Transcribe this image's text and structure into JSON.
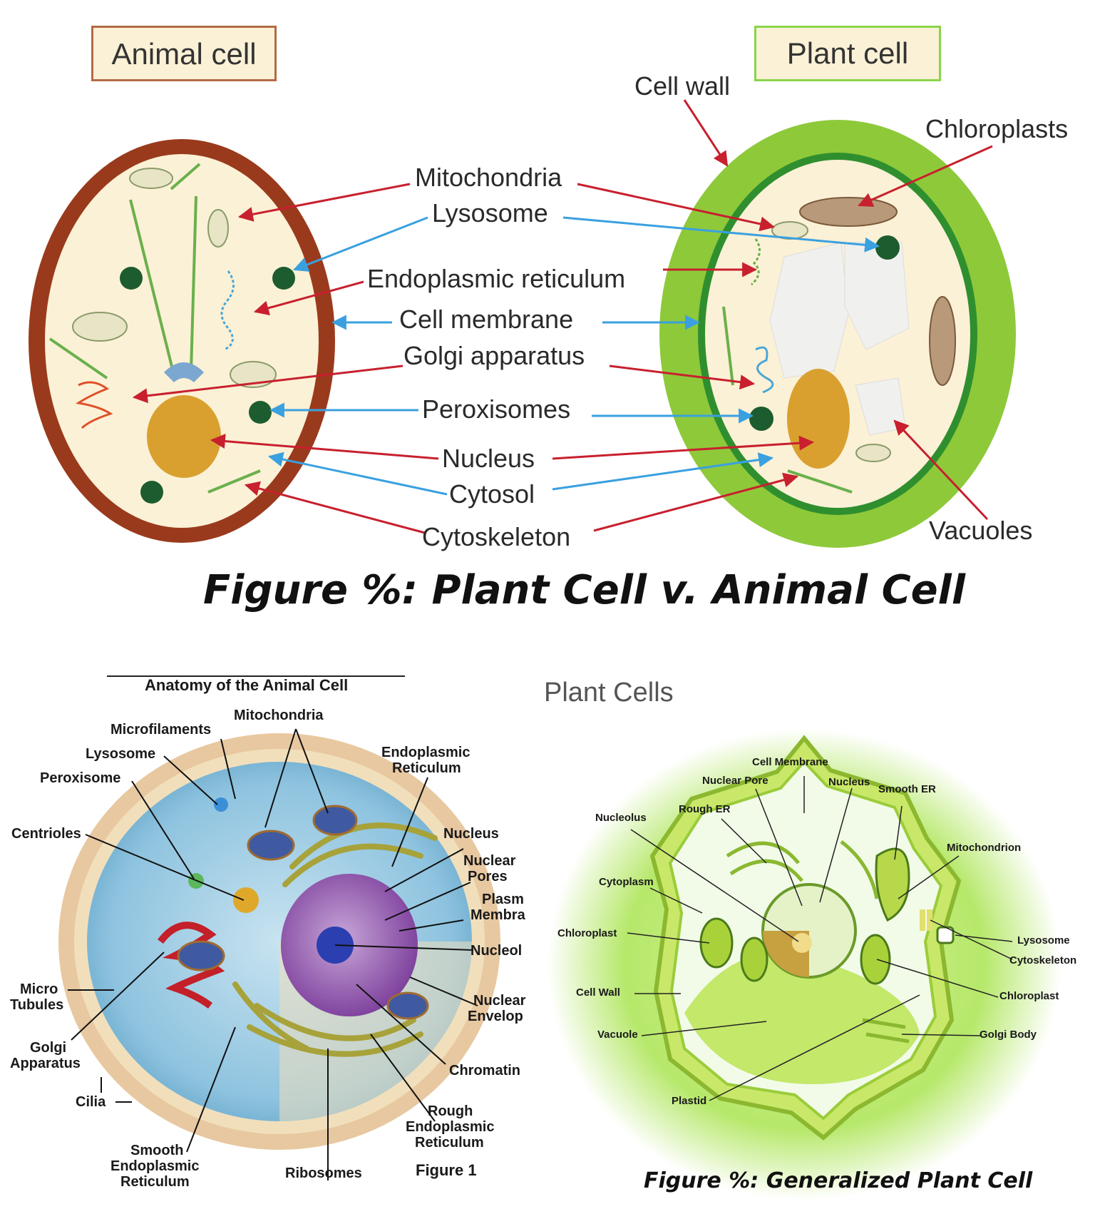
{
  "top": {
    "animal_title": "Animal cell",
    "plant_title": "Plant cell",
    "caption": "Figure %: Plant Cell v. Animal Cell",
    "labels": {
      "cell_wall": "Cell wall",
      "chloroplasts": "Chloroplasts",
      "mitochondria": "Mitochondria",
      "lysosome": "Lysosome",
      "er": "Endoplasmic reticulum",
      "membrane": "Cell membrane",
      "golgi": "Golgi apparatus",
      "peroxisomes": "Peroxisomes",
      "nucleus": "Nucleus",
      "cytosol": "Cytosol",
      "cytoskeleton": "Cytoskeleton",
      "vacuoles": "Vacuoles"
    }
  },
  "animal": {
    "title": "Anatomy of the Animal Cell",
    "figure": "Figure 1",
    "labels": {
      "mitochondria": "Mitochondria",
      "microfilaments": "Microfilaments",
      "lysosome": "Lysosome",
      "peroxisome": "Peroxisome",
      "centrioles": "Centrioles",
      "microtubules_1": "Micro",
      "microtubules_2": "Tubules",
      "golgi_1": "Golgi",
      "golgi_2": "Apparatus",
      "cilia": "Cilia",
      "smooth_er_1": "Smooth",
      "smooth_er_2": "Endoplasmic",
      "smooth_er_3": "Reticulum",
      "ribosomes": "Ribosomes",
      "er_1": "Endoplasmic",
      "er_2": "Reticulum",
      "nucleus": "Nucleus",
      "nuclear_pores_1": "Nuclear",
      "nuclear_pores_2": "Pores",
      "plasma_1": "Plasm",
      "plasma_2": "Membra",
      "nucleolus": "Nucleol",
      "envelope_1": "Nuclear",
      "envelope_2": "Envelop",
      "chromatin": "Chromatin",
      "rough_er_1": "Rough",
      "rough_er_2": "Endoplasmic",
      "rough_er_3": "Reticulum"
    }
  },
  "plant": {
    "heading": "Plant Cells",
    "caption": "Figure %: Generalized Plant Cell",
    "labels": {
      "cell_membrane": "Cell Membrane",
      "nuclear_pore": "Nuclear Pore",
      "nucleus": "Nucleus",
      "smooth_er": "Smooth ER",
      "rough_er": "Rough ER",
      "nucleolus": "Nucleolus",
      "mitochondrion": "Mitochondrion",
      "cytoplasm": "Cytoplasm",
      "chloroplast_left": "Chloroplast",
      "lysosome": "Lysosome",
      "cytoskeleton": "Cytoskeleton",
      "cell_wall": "Cell Wall",
      "chloroplast_right": "Chloroplast",
      "vacuole": "Vacuole",
      "golgi": "Golgi Body",
      "plastid": "Plastid"
    }
  }
}
